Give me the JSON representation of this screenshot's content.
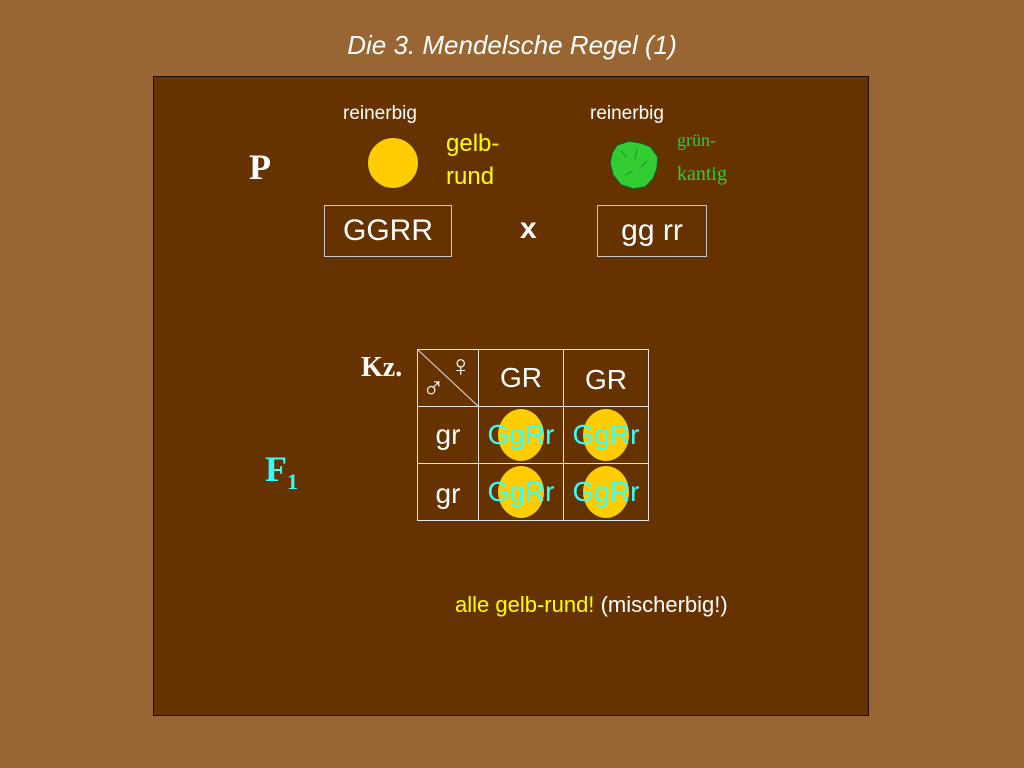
{
  "title": "Die 3. Mendelsche Regel  (1)",
  "p_generation": {
    "label": "P",
    "left_parent": {
      "caption": "reinerbig",
      "phenotype_line1": "gelb-",
      "phenotype_line2": "rund",
      "genotype": "GGRR",
      "pea_color": "#ffcc00"
    },
    "cross_symbol": "x",
    "right_parent": {
      "caption": "reinerbig",
      "phenotype_line1": "grün-",
      "phenotype_line2": "kantig",
      "genotype": "gg rr",
      "pea_color": "#33cc33"
    }
  },
  "f1": {
    "label_main": "F",
    "label_sub": "1",
    "kz_label": "Kz.",
    "female_symbol": "♀",
    "male_symbol": "♂",
    "column_headers": [
      "GR",
      "GR"
    ],
    "rows": [
      {
        "header": "gr",
        "cells": [
          "GgRr",
          "GgRr"
        ]
      },
      {
        "header": "gr",
        "cells": [
          "GgRr",
          "GgRr"
        ]
      }
    ]
  },
  "conclusion": {
    "highlight": "alle gelb-rund!",
    "rest": "(mischerbig!)"
  },
  "colors": {
    "background": "#996633",
    "panel": "#663300",
    "yellow_text": "#ffff00",
    "green_text": "#33cc33",
    "cyan_text": "#33ffff"
  }
}
